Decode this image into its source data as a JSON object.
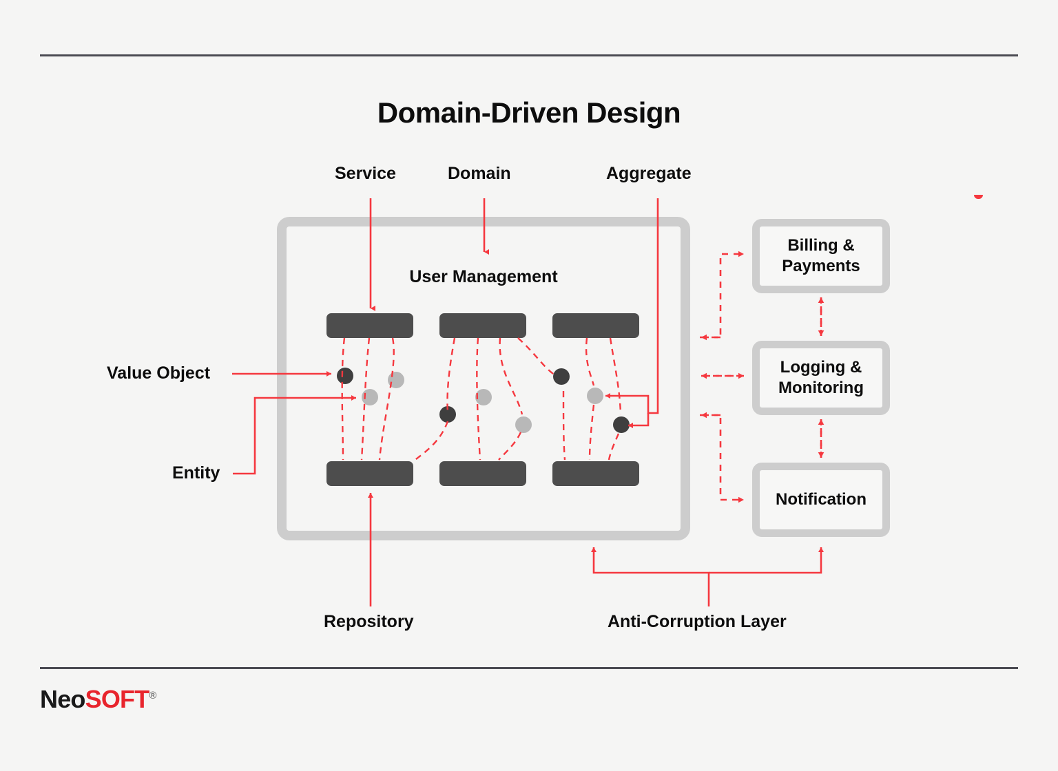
{
  "page": {
    "title": "Domain-Driven Design",
    "background_color": "#f5f5f4",
    "accent_color": "#f5383f",
    "frame_color": "#cdcdcd",
    "box_color": "#4d4d4d"
  },
  "callouts": {
    "service": "Service",
    "domain": "Domain",
    "aggregate": "Aggregate",
    "value_object": "Value Object",
    "entity": "Entity",
    "repository": "Repository",
    "anti_corruption_layer": "Anti-Corruption Layer"
  },
  "bounded_context": {
    "name": "User Management",
    "columns": [
      {
        "top_box": "",
        "bottom_box": ""
      },
      {
        "top_box": "",
        "bottom_box": ""
      },
      {
        "top_box": "",
        "bottom_box": ""
      }
    ],
    "nodes": [
      {
        "type": "value-object",
        "color": "#3f3f3f"
      },
      {
        "type": "entity",
        "color": "#b8b8b8"
      },
      {
        "type": "entity",
        "color": "#b8b8b8"
      },
      {
        "type": "value-object",
        "color": "#3f3f3f"
      },
      {
        "type": "entity",
        "color": "#b8b8b8"
      },
      {
        "type": "entity",
        "color": "#b8b8b8"
      },
      {
        "type": "value-object",
        "color": "#3f3f3f"
      },
      {
        "type": "entity",
        "color": "#b8b8b8"
      },
      {
        "type": "value-object",
        "color": "#3f3f3f"
      }
    ]
  },
  "external_contexts": [
    {
      "id": "billing",
      "label": "Billing &\nPayments"
    },
    {
      "id": "logging",
      "label": "Logging &\nMonitoring"
    },
    {
      "id": "notification",
      "label": "Notification"
    }
  ],
  "external_labels": {
    "billing_line1": "Billing &",
    "billing_line2": "Payments",
    "logging_line1": "Logging &",
    "logging_line2": "Monitoring",
    "notification": "Notification"
  },
  "footer": {
    "brand_first": "Neo",
    "brand_second": "SOFT",
    "brand_mark": "®"
  }
}
